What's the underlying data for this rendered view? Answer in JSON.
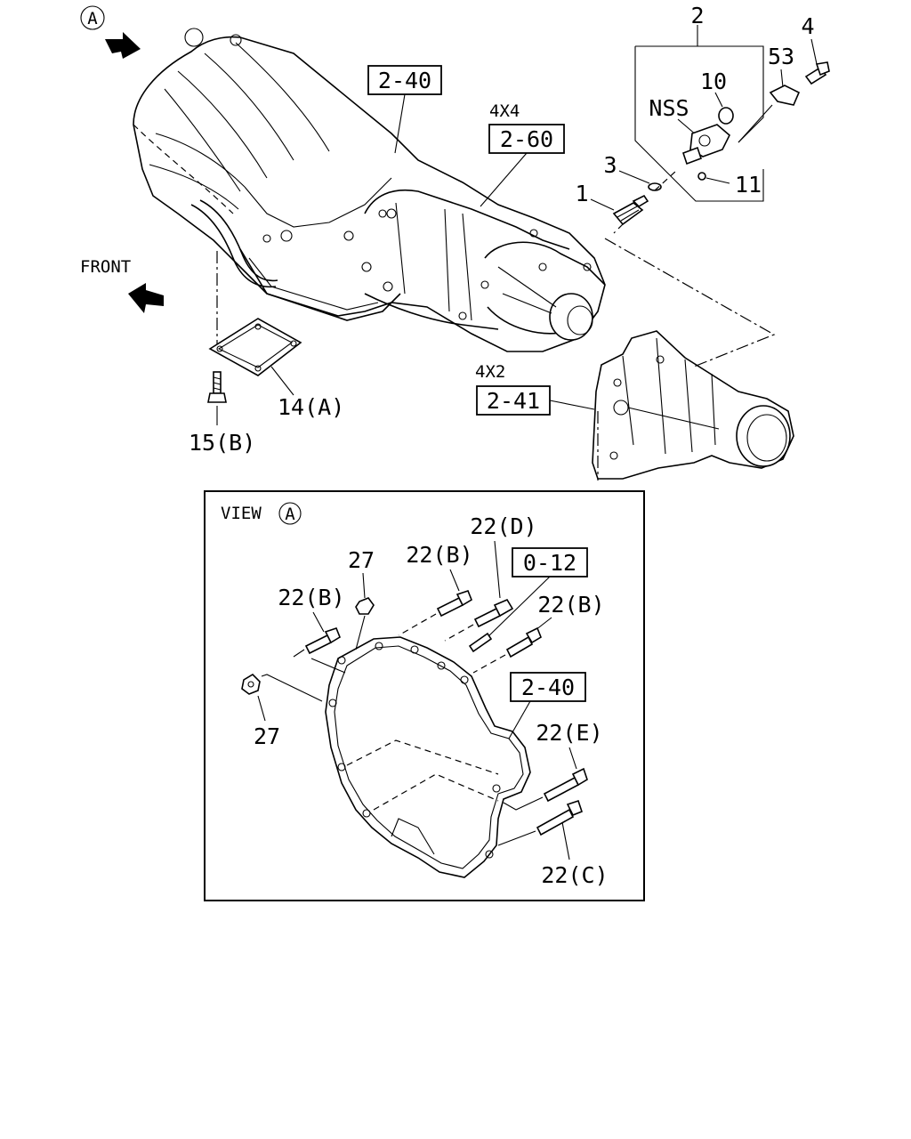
{
  "labels": {
    "view_marker": "A",
    "front": "FRONT",
    "view_a_prefix": "VIEW",
    "view_a_marker": "A",
    "variant_4x4": "4X4",
    "variant_4x2": "4X2",
    "nss": "NSS"
  },
  "references": {
    "ref_2_40_top": "2-40",
    "ref_2_60": "2-60",
    "ref_2_41": "2-41",
    "ref_0_12": "0-12",
    "ref_2_40_view": "2-40"
  },
  "callouts": {
    "c1": "1",
    "c2": "2",
    "c3": "3",
    "c4": "4",
    "c10": "10",
    "c11": "11",
    "c53": "53",
    "c14a": "14(A)",
    "c15b": "15(B)",
    "c22b_left": "22(B)",
    "c27_top": "27",
    "c22b_mid": "22(B)",
    "c22d": "22(D)",
    "c22b_right": "22(B)",
    "c27_left": "27",
    "c22e": "22(E)",
    "c22c": "22(C)"
  }
}
